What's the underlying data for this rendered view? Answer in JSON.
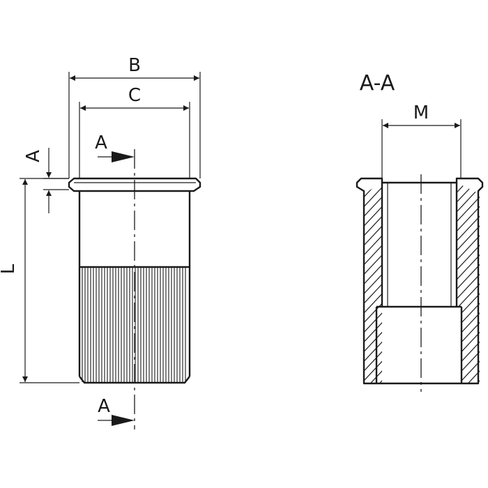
{
  "labels": {
    "dim_b": "B",
    "dim_c": "C",
    "dim_a_height": "A",
    "dim_l": "L",
    "section_mark_top": "A",
    "section_mark_bottom": "A",
    "section_title": "A-A",
    "dim_m": "M"
  },
  "colors": {
    "stroke": "#1a1a1a",
    "background": "#ffffff"
  }
}
